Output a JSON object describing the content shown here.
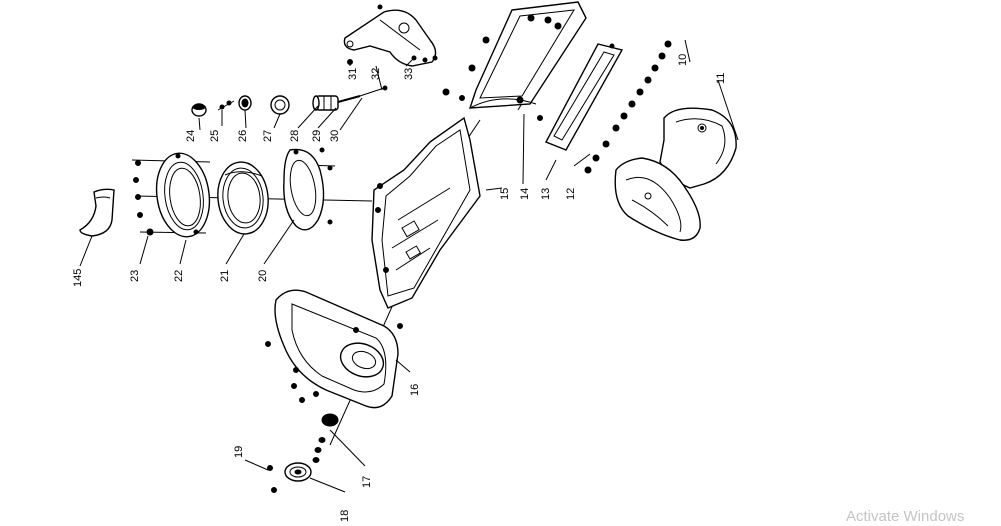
{
  "part_numbers": {
    "p10": "10",
    "p11": "11",
    "p12": "12",
    "p13": "13",
    "p14": "14",
    "p15": "15",
    "p16": "16",
    "p17": "17",
    "p18": "18",
    "p19": "19",
    "p20": "20",
    "p21": "21",
    "p22": "22",
    "p23": "23",
    "p24": "24",
    "p25": "25",
    "p26": "26",
    "p27": "27",
    "p28": "28",
    "p29": "29",
    "p30": "30",
    "p31": "31",
    "p32": "32",
    "p33": "33",
    "p145": "145"
  },
  "watermark": "Activate Windows"
}
